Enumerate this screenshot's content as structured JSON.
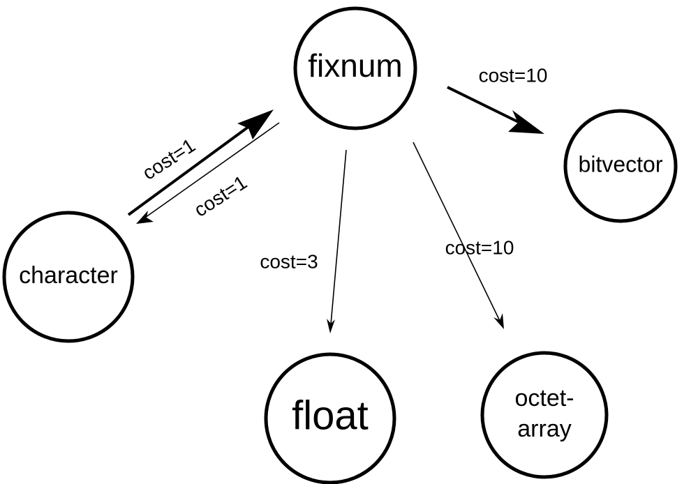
{
  "nodes": {
    "fixnum": "fixnum",
    "bitvector": "bitvector",
    "character": "character",
    "float": "float",
    "octet_array_line1": "octet-",
    "octet_array_line2": "array"
  },
  "edges": {
    "character_to_fixnum": "cost=1",
    "fixnum_to_character": "cost=1",
    "fixnum_to_bitvector": "cost=10",
    "fixnum_to_float": "cost=3",
    "fixnum_to_octet_array": "cost=10"
  },
  "colors": {
    "stroke": "#000000",
    "background": "#ffffff"
  }
}
